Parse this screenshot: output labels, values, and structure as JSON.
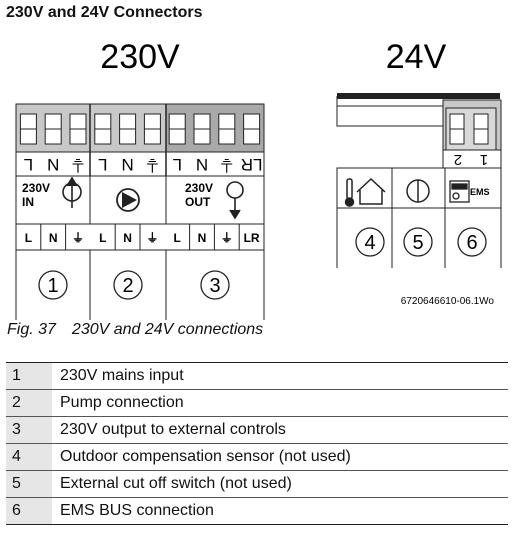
{
  "heading": "230V and 24V Connectors",
  "diagram": {
    "title_230v": "230V",
    "title_24v": "24V",
    "terminal_symbols": [
      "L",
      "N",
      "⏚",
      "L",
      "N",
      "⏚",
      "L",
      "N",
      "⏚",
      "LR"
    ],
    "block_in": {
      "line1": "230V",
      "line2": "IN"
    },
    "block_out": {
      "line1": "230V",
      "line2": "OUT"
    },
    "ems_label": "EMS",
    "labels_230": [
      "L",
      "N",
      "⏚",
      "L",
      "N",
      "⏚",
      "L",
      "N",
      "⏚",
      "LR"
    ],
    "circle_numbers": [
      "1",
      "2",
      "3",
      "4",
      "5",
      "6"
    ],
    "pin_labels_24v": [
      "2",
      "1"
    ],
    "figure_code": "6720646610-06.1Wo"
  },
  "caption": {
    "number": "Fig. 37",
    "text": "230V and 24V connections"
  },
  "legend": [
    {
      "num": "1",
      "desc": "230V mains input"
    },
    {
      "num": "2",
      "desc": "Pump connection"
    },
    {
      "num": "3",
      "desc": "230V output to external controls"
    },
    {
      "num": "4",
      "desc": "Outdoor compensation sensor (not used)"
    },
    {
      "num": "5",
      "desc": "External cut off switch (not used)"
    },
    {
      "num": "6",
      "desc": "EMS BUS connection"
    }
  ]
}
